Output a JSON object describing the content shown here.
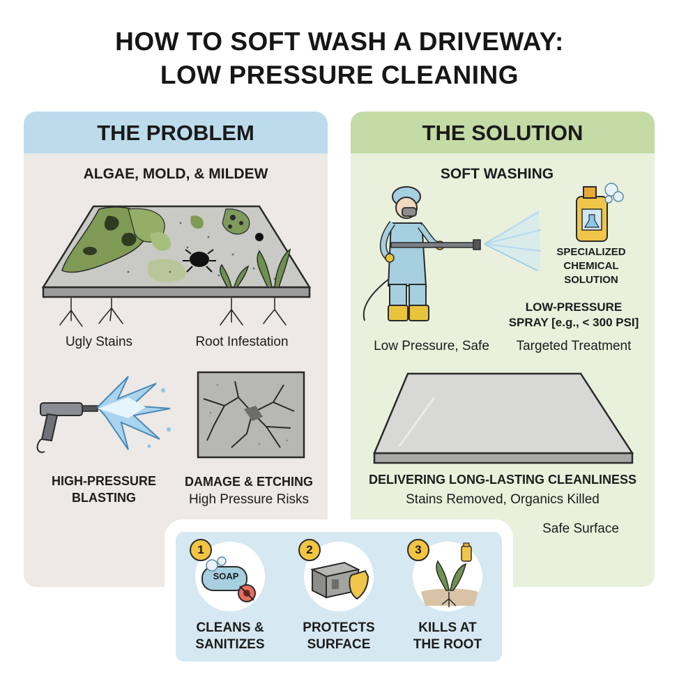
{
  "title": {
    "line1": "HOW TO SOFT WASH A DRIVEWAY:",
    "line2": "LOW PRESSURE CLEANING"
  },
  "problem": {
    "heading": "THE PROBLEM",
    "subheading": "ALGAE, MOLD, & MILDEW",
    "captions": {
      "stains": "Ugly Stains",
      "roots": "Root Infestation"
    },
    "blasting": {
      "line1": "HIGH-PRESSURE",
      "line2": "BLASTING"
    },
    "damage": {
      "title": "DAMAGE & ETCHING",
      "subtitle": "High Pressure Risks"
    }
  },
  "solution": {
    "heading": "THE SOLUTION",
    "subheading": "SOFT WASHING",
    "chemical": {
      "line1": "SPECIALIZED",
      "line2": "CHEMICAL",
      "line3": "SOLUTION"
    },
    "spray": {
      "line1": "LOW-PRESSURE",
      "line2": "SPRAY [e.g., < 300 PSI]"
    },
    "captions": {
      "safe": "Low Pressure, Safe",
      "targeted": "Targeted Treatment"
    },
    "result": {
      "title": "DELIVERING LONG-LASTING CLEANLINESS",
      "subtitle": "Stains Removed, Organics Killed",
      "safe_surface": "Safe Surface"
    }
  },
  "benefits": [
    {
      "number": "1",
      "line1": "CLEANS &",
      "line2": "SANITIZES",
      "icon_label": "SOAP",
      "icon": "soap-icon"
    },
    {
      "number": "2",
      "line1": "PROTECTS",
      "line2": "SURFACE",
      "icon": "shield-block-icon"
    },
    {
      "number": "3",
      "line1": "KILLS AT",
      "line2": "THE ROOT",
      "icon": "plant-root-icon"
    }
  ],
  "colors": {
    "problem_header": "#bcdcec",
    "solution_header": "#c5dba6",
    "problem_bg": "#ece9e6",
    "solution_bg": "#e9f0dc",
    "benefits_bg": "#d6e8f1",
    "badge": "#f4c542"
  }
}
